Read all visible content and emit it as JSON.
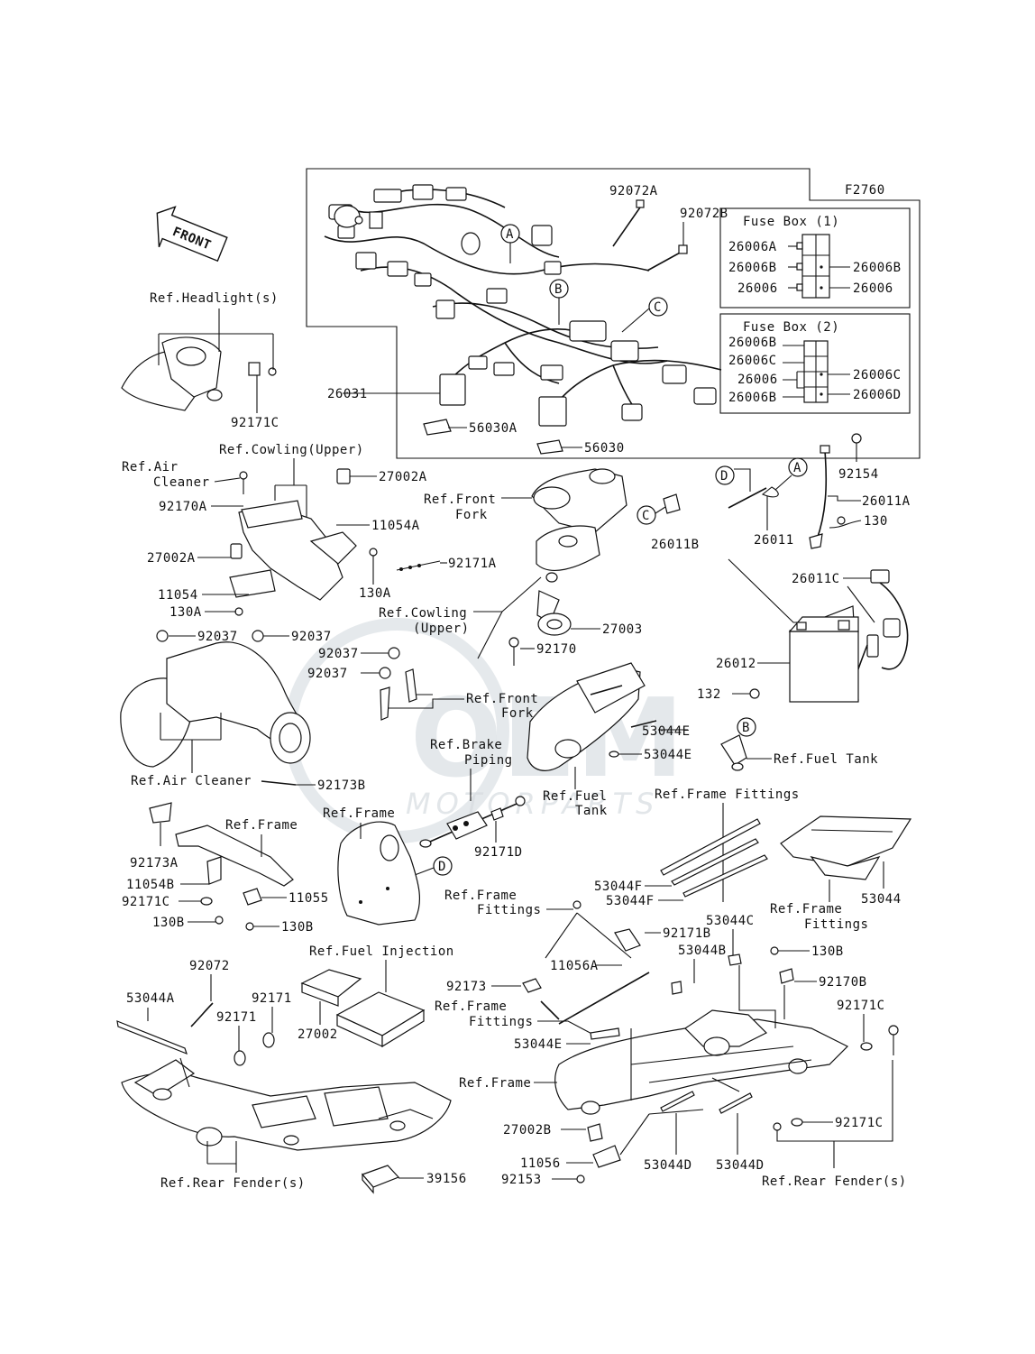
{
  "diagram": {
    "figure_code": "F2760",
    "front_arrow": "FRONT",
    "watermark": {
      "logo": "OEM",
      "text": "MOTORPARTS"
    },
    "fuse_box_1": {
      "title": "Fuse Box (1)",
      "left": [
        "26006A",
        "26006B",
        "26006"
      ],
      "right": [
        "26006B",
        "26006"
      ]
    },
    "fuse_box_2": {
      "title": "Fuse Box (2)",
      "left": [
        "26006B",
        "26006C",
        "26006",
        "26006B"
      ],
      "right": [
        "26006C",
        "26006D"
      ]
    },
    "callouts": {
      "A": "A",
      "B": "B",
      "C": "C",
      "D": "D"
    },
    "labels": {
      "p92072A": "92072A",
      "p92072B": "92072B",
      "p26031": "26031",
      "p56030A": "56030A",
      "p56030": "56030",
      "ref_headlight": "Ref.Headlight(s)",
      "p92171C_top": "92171C",
      "ref_cowling_upper": "Ref.Cowling(Upper)",
      "ref_air": "Ref.Air",
      "cleaner": "Cleaner",
      "p27002A_1": "27002A",
      "p92170A": "92170A",
      "p11054A": "11054A",
      "p27002A_2": "27002A",
      "p92171A": "92171A",
      "p130A_1": "130A",
      "p11054": "11054",
      "p130A_2": "130A",
      "ref_front": "Ref.Front",
      "fork": "Fork",
      "p26011B": "26011B",
      "p92154": "92154",
      "p26011A": "26011A",
      "p130_r": "130",
      "p26011": "26011",
      "p26011C": "26011C",
      "ref_cowling_upper2a": "Ref.Cowling",
      "ref_cowling_upper2b": "(Upper)",
      "p27003": "27003",
      "p92170": "92170",
      "p26012": "26012",
      "p92037_1": "92037",
      "p92037_2": "92037",
      "p92037_3": "92037",
      "p92037_4": "92037",
      "ref_front_fork2a": "Ref.Front",
      "ref_front_fork2b": "Fork",
      "p132": "132",
      "p53044E_1": "53044E",
      "p53044E_2": "53044E",
      "ref_fuel_tank": "Ref.Fuel Tank",
      "ref_air_cleaner": "Ref.Air Cleaner",
      "p92173B": "92173B",
      "ref_brake_a": "Ref.Brake",
      "ref_brake_b": "Piping",
      "ref_fuel_tank2a": "Ref.Fuel",
      "ref_fuel_tank2b": "Tank",
      "ref_frame_fittings_top": "Ref.Frame Fittings",
      "ref_frame_1": "Ref.Frame",
      "ref_frame_2": "Ref.Frame",
      "p92173A": "92173A",
      "p92171D": "92171D",
      "p11054B": "11054B",
      "p92171C_l": "92171C",
      "p11055": "11055",
      "p130B_1": "130B",
      "p130B_2": "130B",
      "ref_frame_fit2a": "Ref.Frame",
      "ref_frame_fit2b": "Fittings",
      "p53044F_1": "53044F",
      "p53044F_2": "53044F",
      "ref_frame_fit3a": "Ref.Frame",
      "ref_frame_fit3b": "Fittings",
      "p53044": "53044",
      "p92171B": "92171B",
      "p53044C": "53044C",
      "p11056A": "11056A",
      "p53044B": "53044B",
      "p130B_3": "130B",
      "ref_fuel_injection": "Ref.Fuel Injection",
      "p92072": "92072",
      "p53044A": "53044A",
      "p92171_1": "92171",
      "p92171_2": "92171",
      "p92173": "92173",
      "ref_frame_fit4a": "Ref.Frame",
      "ref_frame_fit4b": "Fittings",
      "p92170B": "92170B",
      "p92171C_r": "92171C",
      "p27002": "27002",
      "p53044E_3": "53044E",
      "ref_frame_3": "Ref.Frame",
      "p27002B": "27002B",
      "p11056": "11056",
      "p92153": "92153",
      "p53044D_1": "53044D",
      "p53044D_2": "53044D",
      "p92171C_r2": "92171C",
      "ref_rear_fender_l": "Ref.Rear Fender(s)",
      "p39156": "39156",
      "ref_rear_fender_r": "Ref.Rear Fender(s)"
    }
  }
}
